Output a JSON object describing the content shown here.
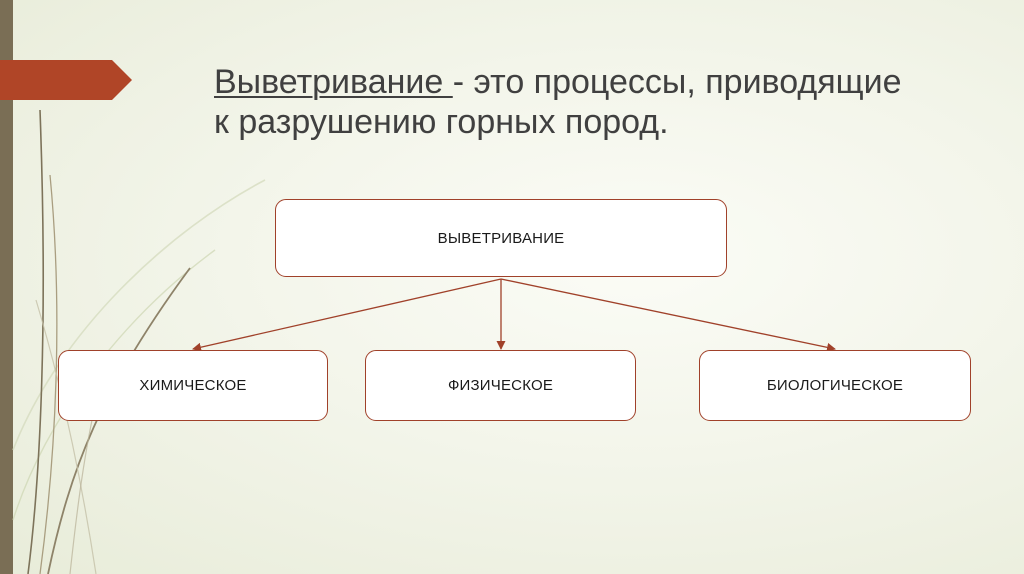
{
  "slide": {
    "title": {
      "term": "Выветривание ",
      "rest": "- это процессы, приводящие к разрушению горных пород."
    },
    "diagram": {
      "root": "ВЫВЕТРИВАНИЕ",
      "children": [
        "ХИМИЧЕСКОЕ",
        "ФИЗИЧЕСКОЕ",
        "БИОЛОГИЧЕСКОЕ"
      ]
    }
  },
  "colors": {
    "accent": "#a0412a",
    "side_bar": "#7a6e55",
    "title_text": "#404040"
  }
}
